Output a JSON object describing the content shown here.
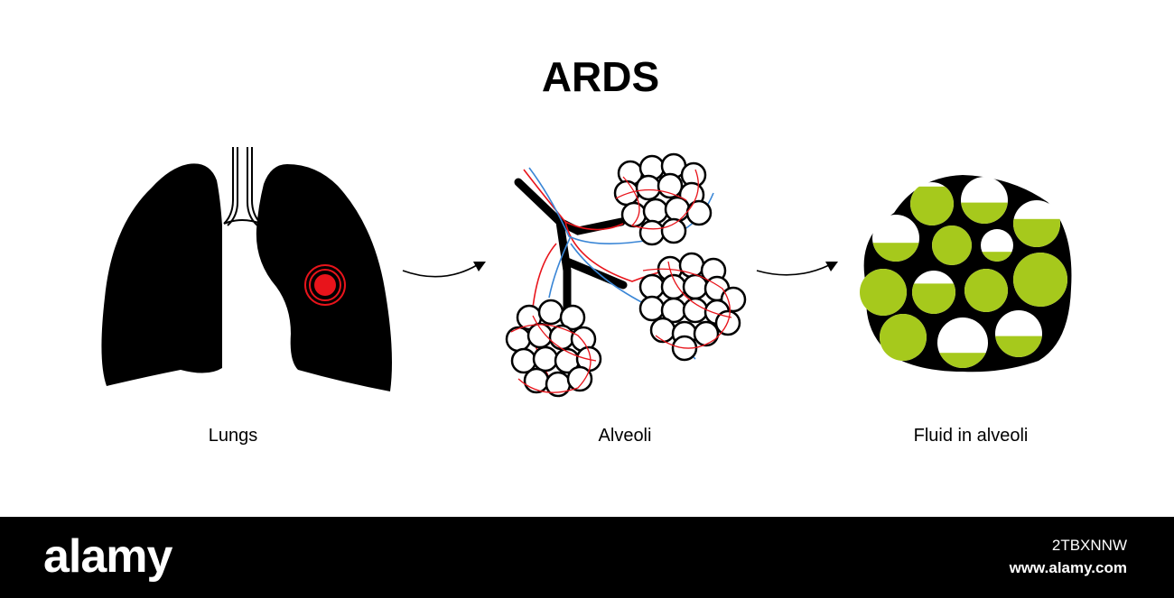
{
  "diagram": {
    "title": "ARDS",
    "panels": [
      {
        "caption": "Lungs"
      },
      {
        "caption": "Alveoli"
      },
      {
        "caption": "Fluid in alveoli"
      }
    ]
  },
  "colors": {
    "organ": "#000000",
    "pain_marker": "#e8141b",
    "artery": "#e8141b",
    "vein": "#3a86d6",
    "fluid": "#a6c91c"
  },
  "watermark": {
    "logo": "alamy",
    "image_id": "2TBXNNW",
    "url": "www.alamy.com"
  }
}
